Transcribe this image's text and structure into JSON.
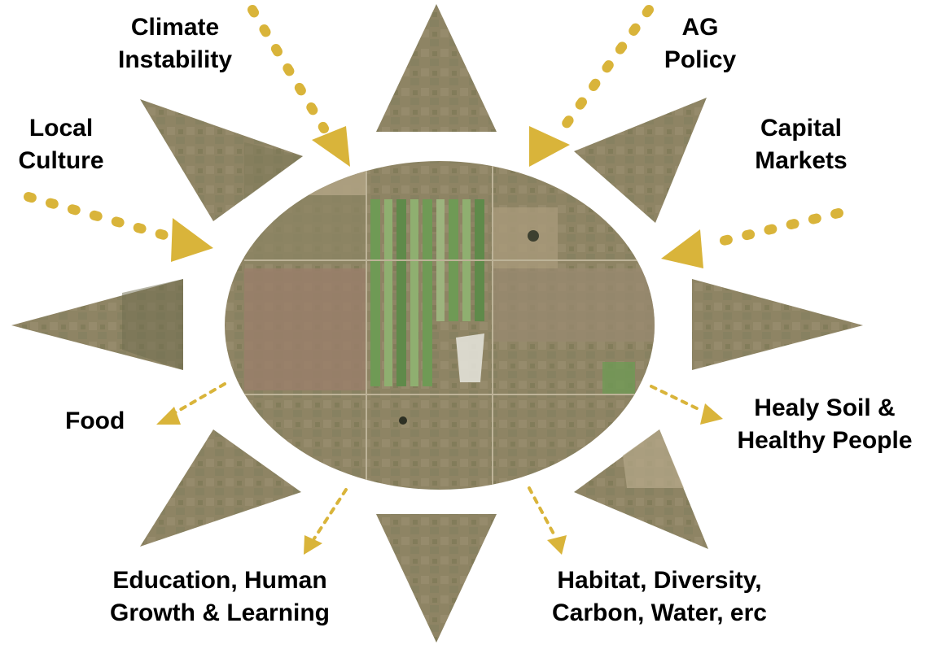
{
  "colors": {
    "arrow": "#D9B43A",
    "field_base": "#8E8464",
    "field_dark": "#6E6B4E",
    "field_green": "#6F9A55",
    "field_light": "#B7A98A",
    "text": "#000000",
    "background": "#FFFFFF"
  },
  "inputs": {
    "climate": [
      "Climate",
      "Instability"
    ],
    "ag_policy": [
      "AG",
      "Policy"
    ],
    "local_culture": [
      "Local",
      "Culture"
    ],
    "capital_markets": [
      "Capital",
      "Markets"
    ]
  },
  "outputs": {
    "food": [
      "Food"
    ],
    "healthy": [
      "Healy Soil &",
      "Healthy People"
    ],
    "education": [
      "Education, Human",
      "Growth & Learning"
    ],
    "habitat": [
      "Habitat, Diversity,",
      "Carbon, Water, erc"
    ]
  }
}
